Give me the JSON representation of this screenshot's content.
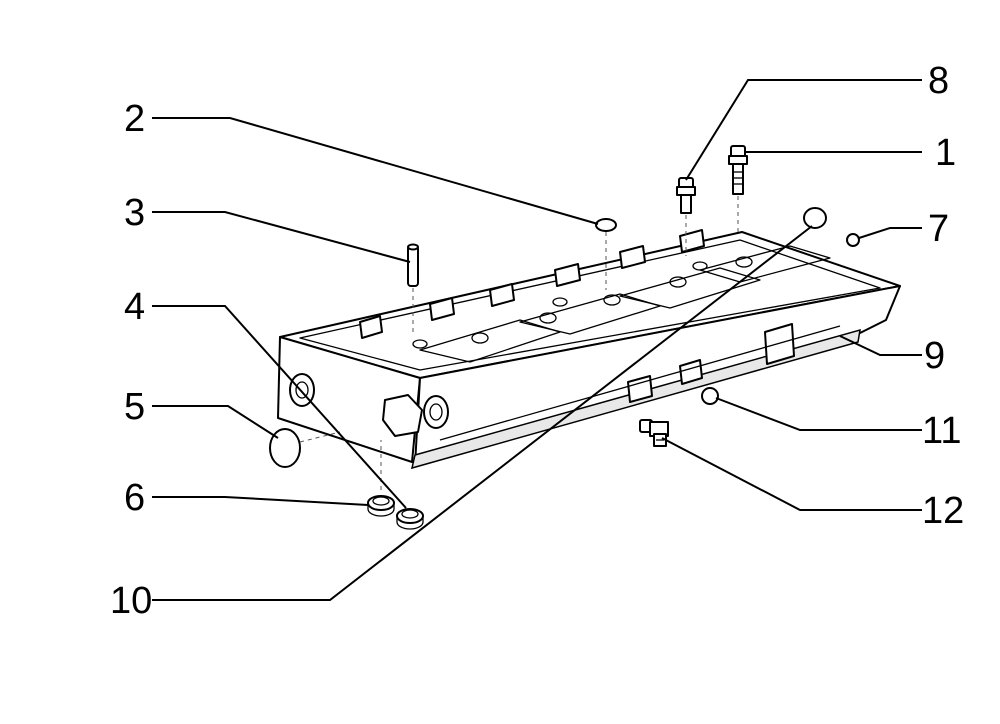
{
  "callouts": [
    {
      "id": "1",
      "label": "1",
      "part": "long-bolt"
    },
    {
      "id": "2",
      "label": "2",
      "part": "small-cap-plug"
    },
    {
      "id": "3",
      "label": "3",
      "part": "dowel-pin"
    },
    {
      "id": "4",
      "label": "4",
      "part": "seal-ring-b"
    },
    {
      "id": "5",
      "label": "5",
      "part": "end-cover-plug"
    },
    {
      "id": "6",
      "label": "6",
      "part": "seal-ring-a"
    },
    {
      "id": "7",
      "label": "7",
      "part": "small-ball-plug"
    },
    {
      "id": "8",
      "label": "8",
      "part": "short-bolt"
    },
    {
      "id": "9",
      "label": "9",
      "part": "cylinder-head"
    },
    {
      "id": "10",
      "label": "10",
      "part": "cup-plug"
    },
    {
      "id": "11",
      "label": "11",
      "part": "side-plug"
    },
    {
      "id": "12",
      "label": "12",
      "part": "elbow-fitting"
    }
  ]
}
